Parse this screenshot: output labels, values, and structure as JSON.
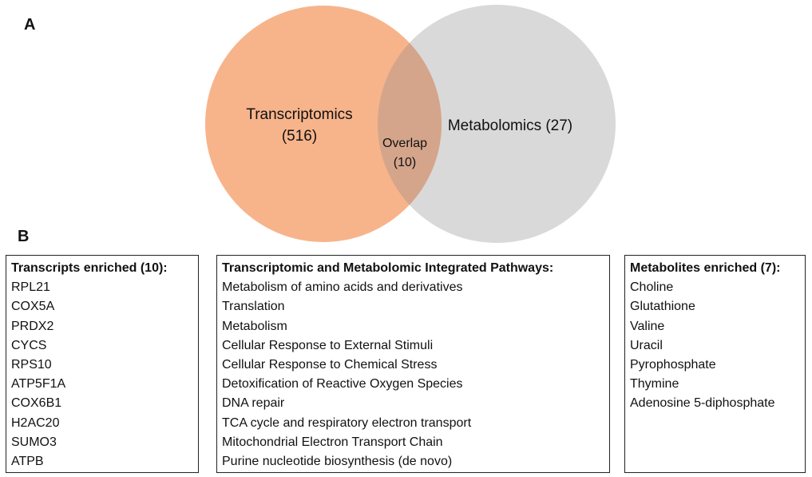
{
  "panels": {
    "a_label": "A",
    "b_label": "B"
  },
  "venn": {
    "colors": {
      "left": "#f7b48b",
      "right": "#d9d9d9",
      "overlap": "#d4a58b"
    },
    "left_label_line1": "Transcriptomics",
    "left_label_line2": "(516)",
    "right_label": "Metabolomics (27)",
    "overlap_label_line1": "Overlap",
    "overlap_label_line2": "(10)"
  },
  "boxes": {
    "transcripts": {
      "title": "Transcripts enriched (10):",
      "items": [
        "RPL21",
        "COX5A",
        "PRDX2",
        "CYCS",
        "RPS10",
        "ATP5F1A",
        "COX6B1",
        "H2AC20",
        "SUMO3",
        "ATPB"
      ]
    },
    "pathways": {
      "title": "Transcriptomic and Metabolomic Integrated Pathways:",
      "items": [
        "Metabolism of amino acids and derivatives",
        "Translation",
        "Metabolism",
        "Cellular Response to External Stimuli",
        "Cellular Response to Chemical Stress",
        "Detoxification of Reactive Oxygen Species",
        "DNA repair",
        "TCA cycle and respiratory electron transport",
        "Mitochondrial Electron Transport Chain",
        "Purine nucleotide biosynthesis (de novo)"
      ]
    },
    "metabolites": {
      "title": "Metabolites enriched (7):",
      "items": [
        "Choline",
        "Glutathione",
        "Valine",
        "Uracil",
        "Pyrophosphate",
        "Thymine",
        "Adenosine 5-diphosphate"
      ]
    }
  }
}
